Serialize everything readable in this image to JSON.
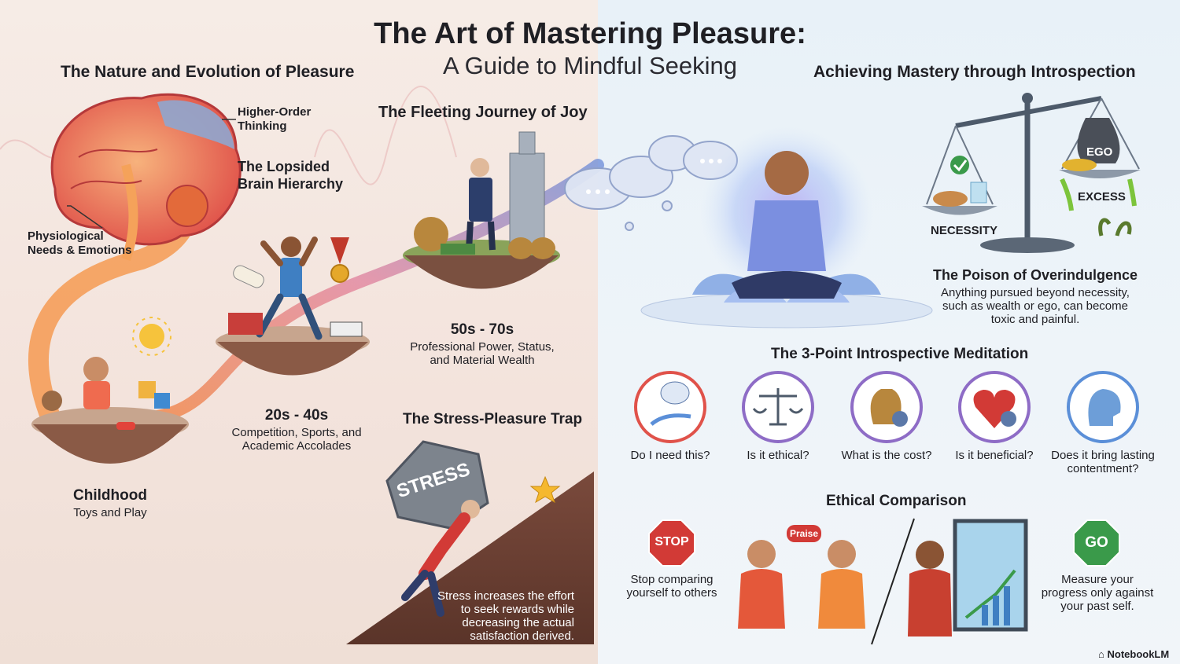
{
  "title": "The Art of Mastering Pleasure:",
  "subtitle": "A Guide to Mindful Seeking",
  "left": {
    "heading": "The Nature and Evolution of Pleasure",
    "brain": {
      "higher_order": "Higher-Order Thinking",
      "lopsided": "The Lopsided Brain Hierarchy",
      "physiological": "Physiological Needs & Emotions"
    },
    "journey_heading": "The Fleeting Journey of Joy",
    "stages": [
      {
        "title": "Childhood",
        "desc": "Toys and Play"
      },
      {
        "title": "20s - 40s",
        "desc": "Competition, Sports, and Academic Accolades"
      },
      {
        "title": "50s - 70s",
        "desc": "Professional Power, Status, and Material Wealth"
      }
    ],
    "stress": {
      "heading": "The Stress-Pleasure Trap",
      "rock_label": "STRESS",
      "desc": "Stress increases the effort to seek rewards while decreasing the actual satisfaction derived."
    }
  },
  "right": {
    "heading": "Achieving Mastery through Introspection",
    "scale": {
      "necessity": "NECESSITY",
      "excess": "EXCESS",
      "ego": "EGO"
    },
    "poison": {
      "heading": "The Poison of Overindulgence",
      "desc": "Anything pursued beyond necessity, such as wealth or ego, can become toxic and painful."
    },
    "meditation_heading": "The 3-Point Introspective Meditation",
    "questions": [
      {
        "label": "Do I need this?",
        "icon": "hand-question-icon"
      },
      {
        "label": "Is it ethical?",
        "icon": "scales-icon"
      },
      {
        "label": "What is the cost?",
        "icon": "money-bag-question-icon"
      },
      {
        "label": "Is it beneficial?",
        "icon": "heart-question-icon"
      },
      {
        "label": "Does it bring lasting contentment?",
        "icon": "head-question-icon"
      }
    ],
    "ethical": {
      "heading": "Ethical Comparison",
      "stop_sign": "STOP",
      "stop_text": "Stop comparing yourself to others",
      "praise": "Praise",
      "go_sign": "GO",
      "go_text": "Measure your progress only against your past self."
    }
  },
  "footer": {
    "brand": "NotebookLM"
  },
  "colors": {
    "accent_red": "#d23a36",
    "go_green": "#3a9a4a",
    "ring_red": "#e0524a",
    "ring_purple": "#8e6cc6",
    "ring_blue": "#5b8fd8"
  }
}
